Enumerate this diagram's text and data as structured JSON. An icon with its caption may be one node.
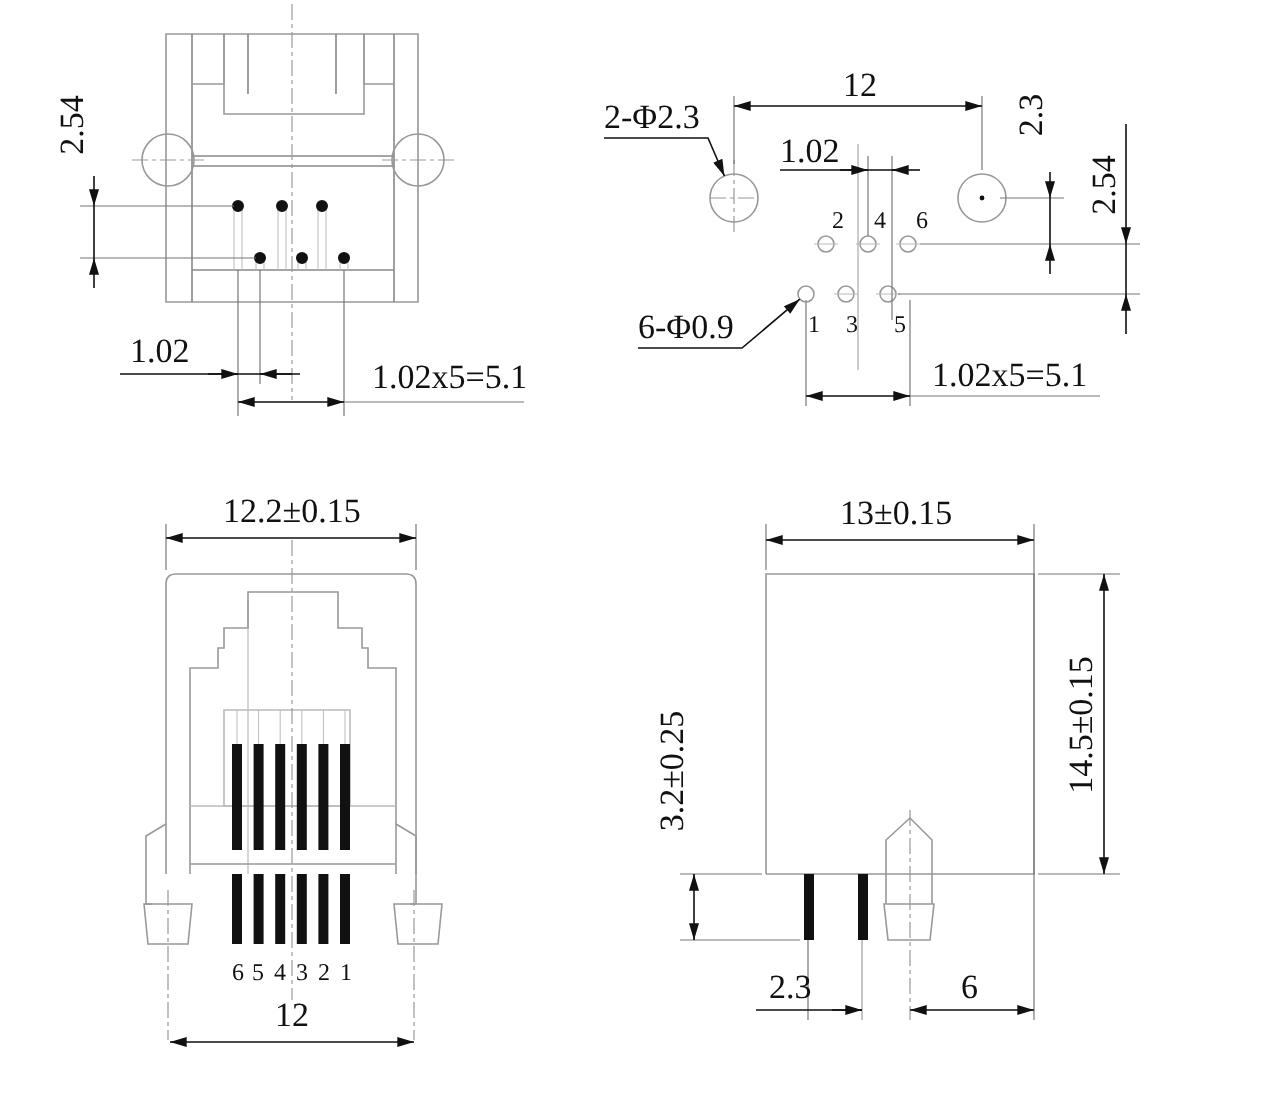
{
  "diagram": {
    "nodes": [
      {
        "text": [
          "2-Φ2.3"
        ]
      },
      {
        "text": [],
        "shape": "circle"
      },
      {
        "text": [
          "6-Φ0.9"
        ]
      },
      {
        "text": [],
        "shape": "circle"
      }
    ],
    "edges": [
      {
        "from": 0,
        "to": 1,
        "arrow": "to"
      },
      {
        "from": 2,
        "to": 3,
        "arrow": "to"
      }
    ],
    "labels": [
      "2.54",
      "1.02",
      "1.02x5=5.1",
      "12",
      "2.3",
      "1.02",
      "2.54",
      "2",
      "4",
      "6",
      "1",
      "3",
      "5",
      "1.02x5=5.1",
      "12.2±0.15",
      "6",
      "5",
      "4",
      "3",
      "2",
      "1",
      "12",
      "13±0.15",
      "3.2±0.25",
      "14.5±0.15",
      "2.3",
      "6"
    ]
  }
}
